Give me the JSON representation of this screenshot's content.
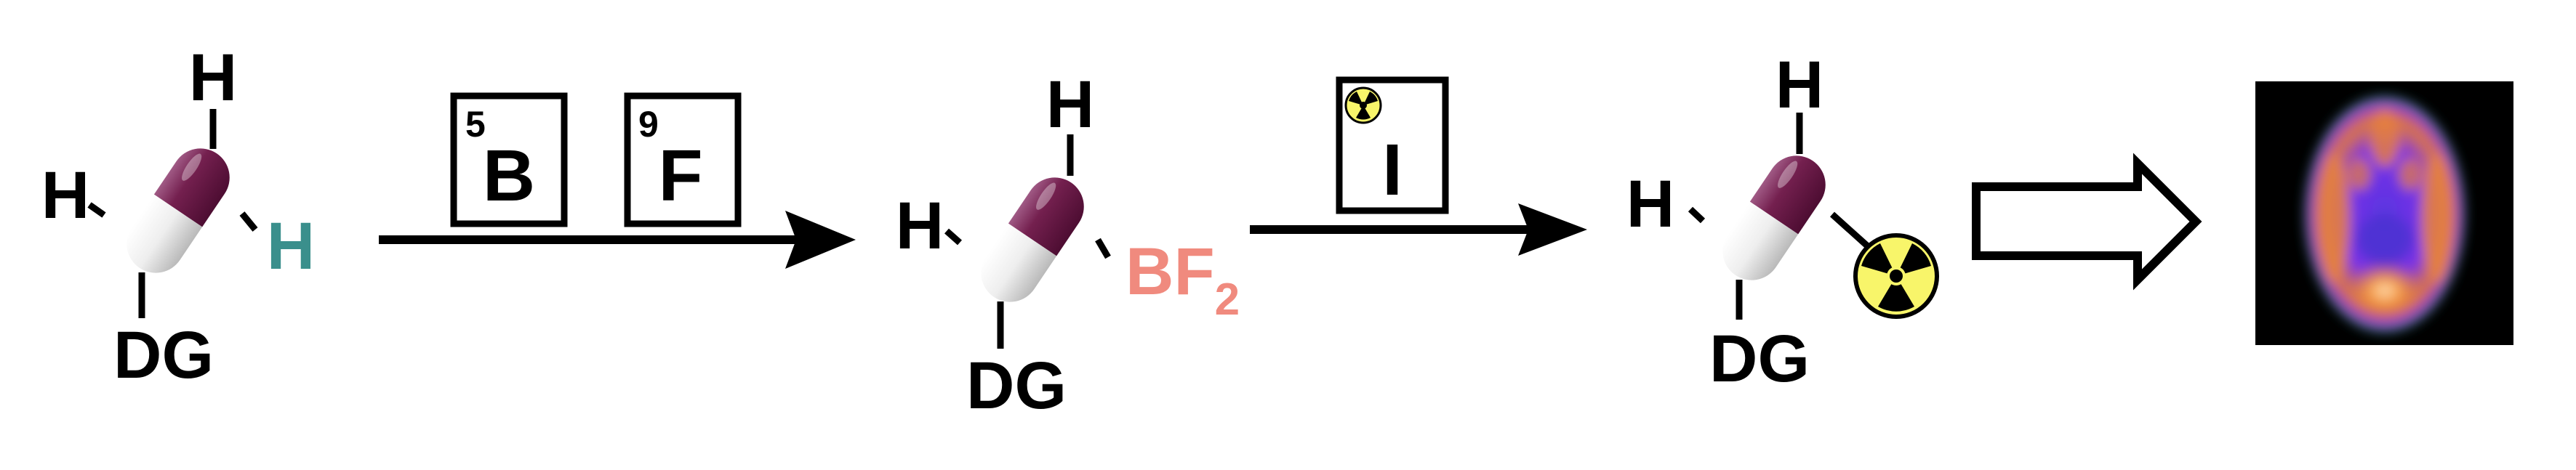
{
  "colors": {
    "capsule_purple": "#6b1545",
    "capsule_white": "#f2f2f2",
    "highlight_h": "#3a8f8c",
    "bf2": "#f08a7e",
    "radiation_yellow": "#f8f56a",
    "pet_background": "#000000"
  },
  "molecule_1": {
    "top_h": "H",
    "left_h": "H",
    "right_h": "H",
    "dg": "DG"
  },
  "reagents_1": {
    "boron": {
      "number": "5",
      "symbol": "B"
    },
    "fluorine": {
      "number": "9",
      "symbol": "F"
    }
  },
  "molecule_2": {
    "top_h": "H",
    "left_h": "H",
    "dg": "DG",
    "bf": "BF",
    "bf_sub": "2"
  },
  "reagents_2": {
    "iodine": {
      "symbol": "I",
      "icon": "radiation-icon"
    }
  },
  "molecule_3": {
    "top_h": "H",
    "left_h": "H",
    "dg": "DG",
    "label_icon": "radiation-icon"
  },
  "result": {
    "icon": "hollow-arrow-icon",
    "image": "pet-brain-scan"
  }
}
